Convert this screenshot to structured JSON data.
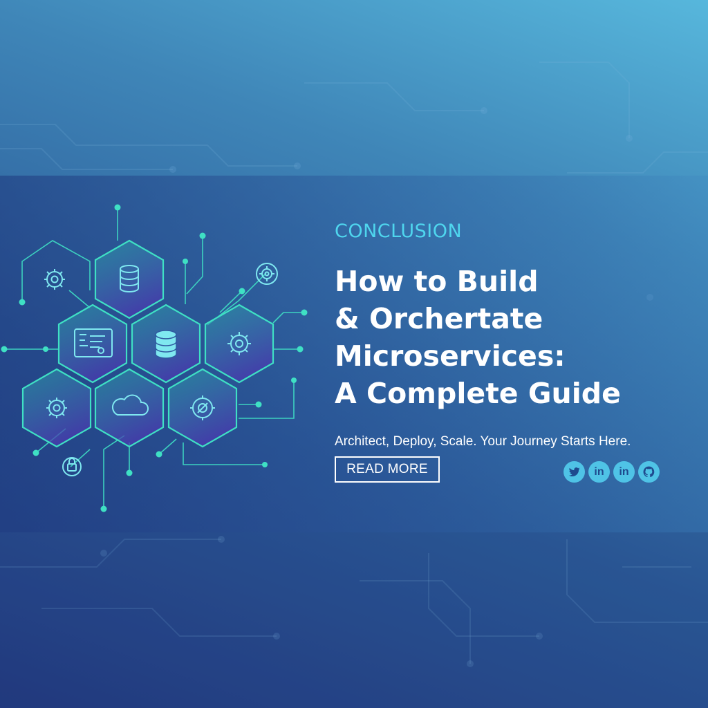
{
  "hero": {
    "eyebrow": "CONCLUSION",
    "title_lines": [
      "How to Build",
      "& Orchertate",
      "Microservices:",
      "A Complete Guide"
    ],
    "subtitle": "Architect, Deploy, Scale. Your Journey Starts Here.",
    "cta_label": "READ MORE"
  },
  "social": [
    {
      "name": "twitter-icon",
      "glyph": ""
    },
    {
      "name": "linkedin-icon",
      "glyph": "in"
    },
    {
      "name": "linkedin-icon",
      "glyph": "in"
    },
    {
      "name": "github-icon",
      "glyph": ""
    }
  ],
  "illustration": {
    "hexagon_icons": [
      "database-icon",
      "dashboard-icon",
      "database-icon",
      "gear-icon",
      "gear-icon",
      "cloud-icon",
      "settings-icon"
    ],
    "satellite_icons": [
      "gear-icon",
      "gear-icon",
      "lock-icon"
    ]
  },
  "colors": {
    "accent": "#4fd6ee",
    "hex_stroke": "#3fe0c4",
    "text": "#ffffff",
    "social_bg": "#4fc3e6"
  }
}
